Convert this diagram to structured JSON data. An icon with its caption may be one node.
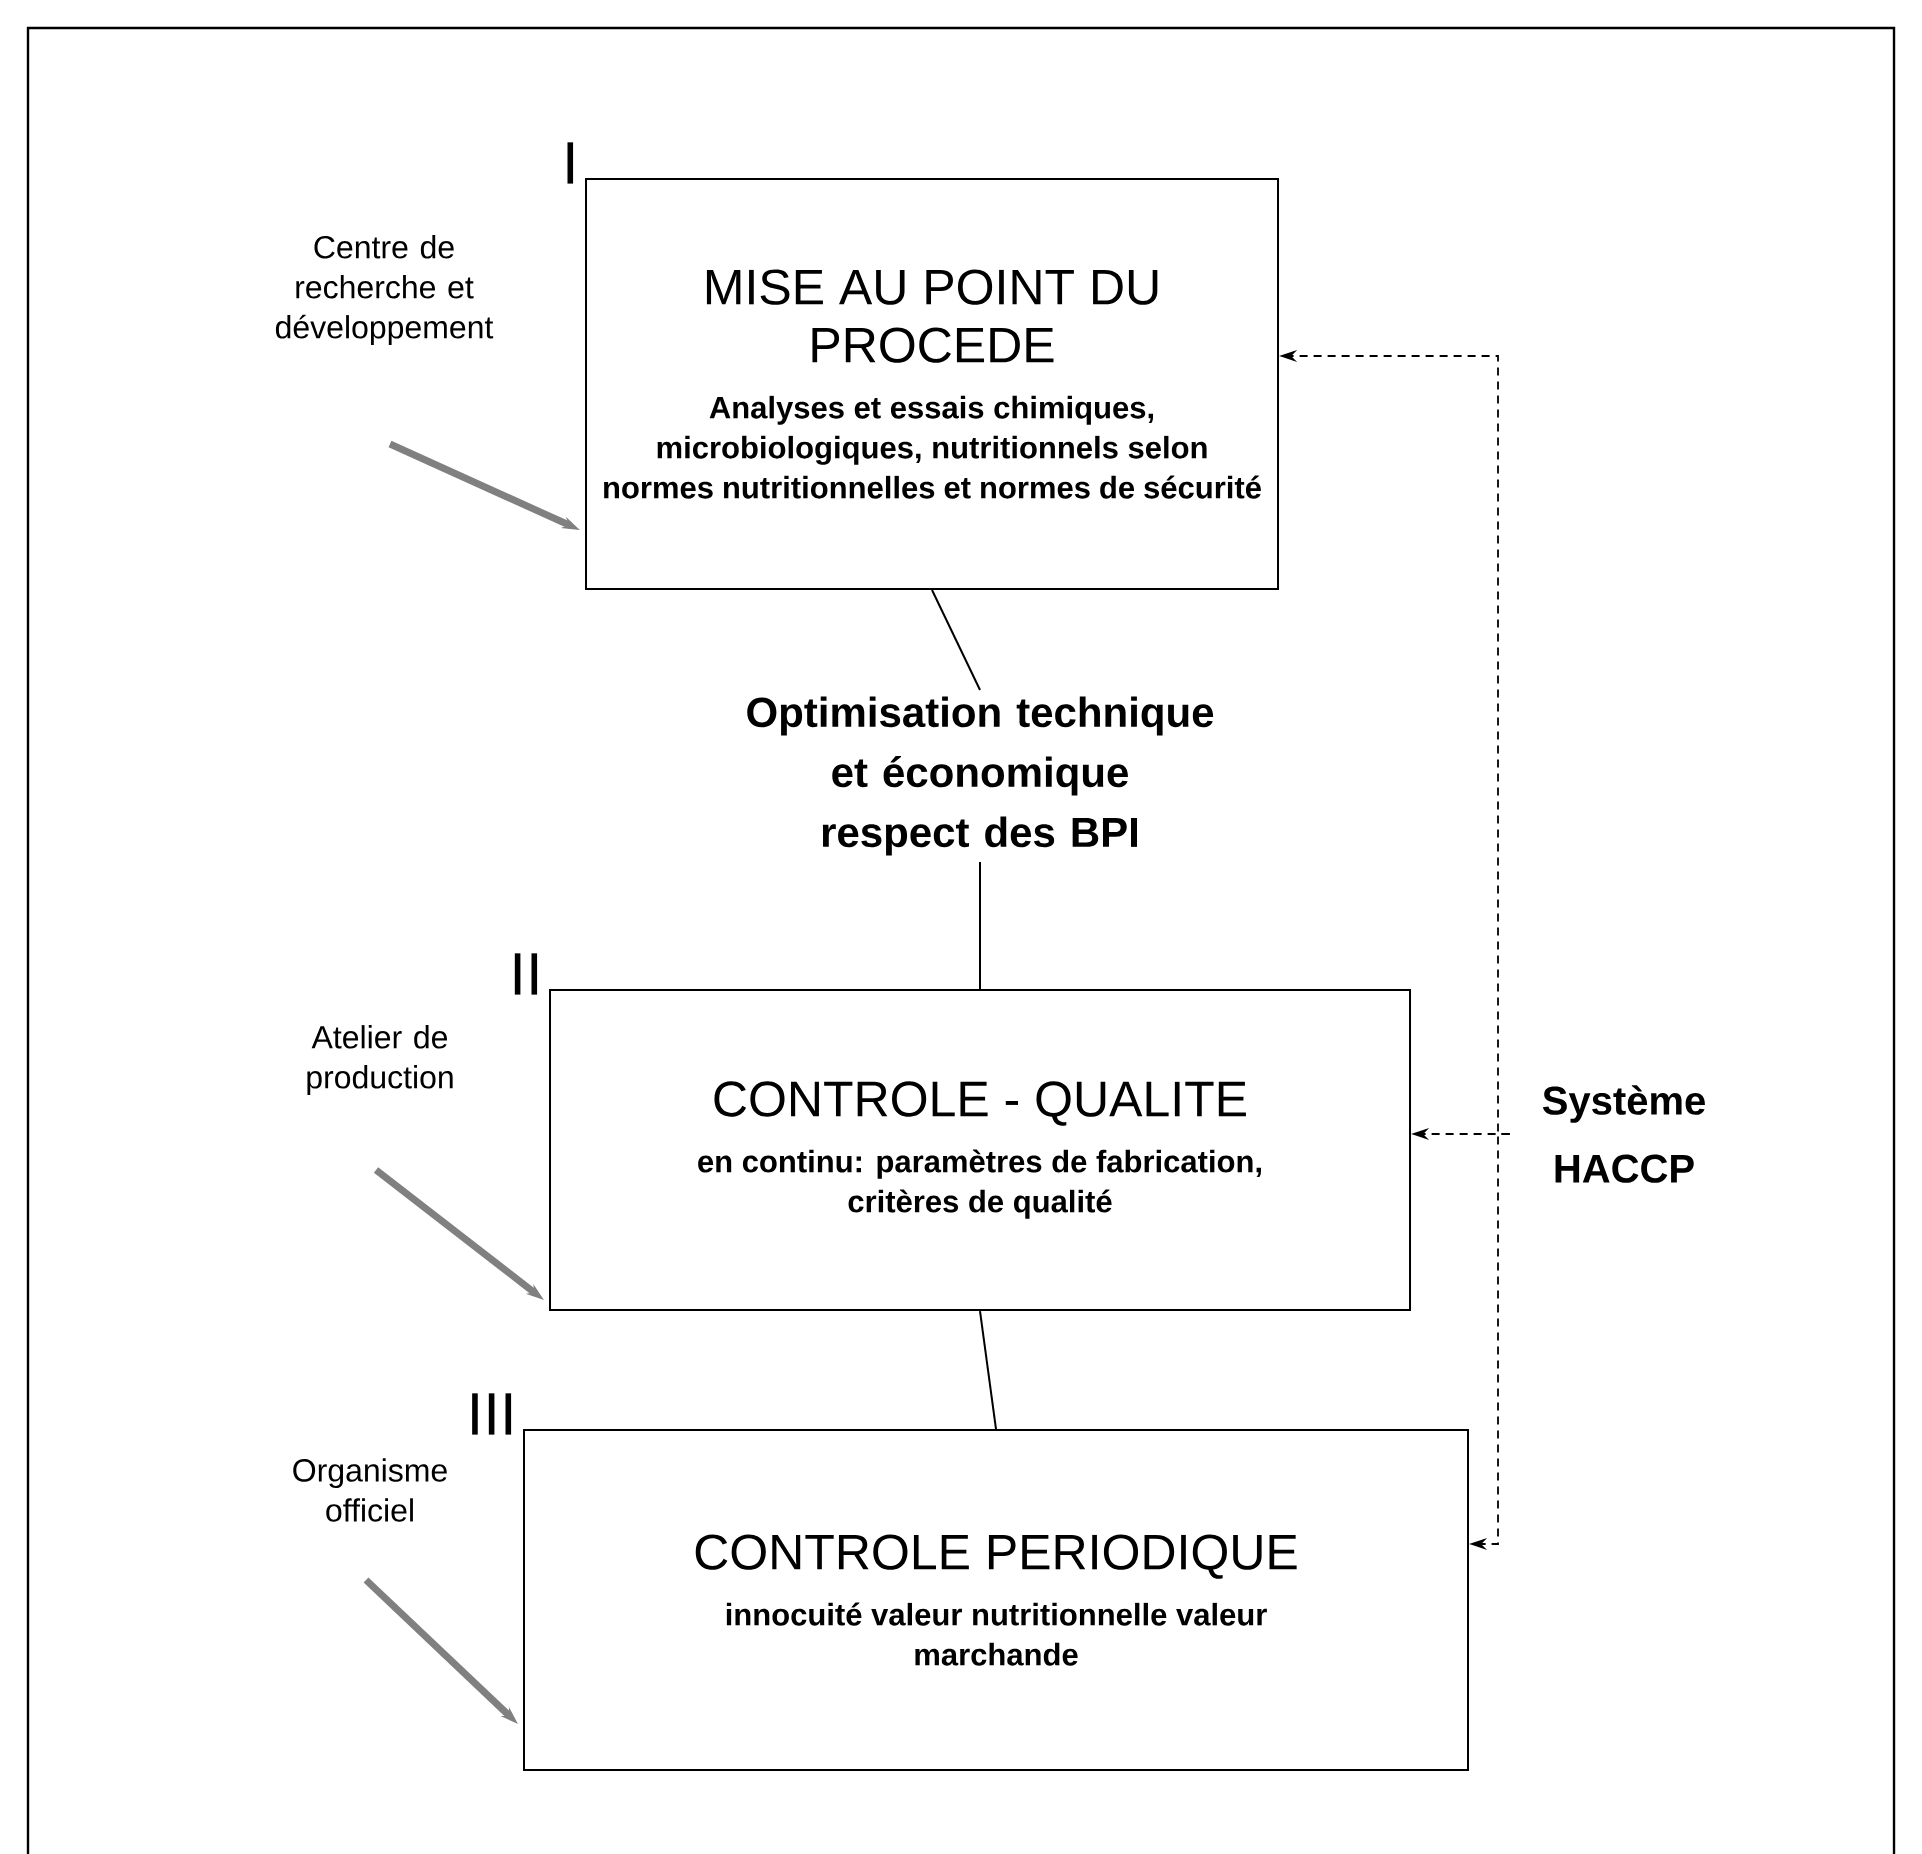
{
  "diagram": {
    "nodes": [
      {
        "text": [
          "MISE AU POINT DU PROCEDE",
          "Analyses et essais chimiques, microbiologiques, nutritionnels selon normes nutritionnelles et normes de sécurité"
        ],
        "beside": [
          "I"
        ]
      },
      {
        "text": [
          "Centre de recherche et développement"
        ]
      },
      {
        "text": [
          "Optimisation technique et économique respect des BPI"
        ]
      },
      {
        "text": [
          "CONTROLE - QUALITE",
          "en continu: paramètres de fabrication, critères de qualité"
        ],
        "beside": [
          "II"
        ]
      },
      {
        "text": [
          "Atelier de production"
        ]
      },
      {
        "text": [
          "CONTROLE PERIODIQUE",
          "innocuité valeur nutritionnelle valeur marchande"
        ],
        "beside": [
          "III"
        ]
      },
      {
        "text": [
          "Organisme officiel"
        ]
      },
      {
        "text": [
          "Système HACCP"
        ]
      }
    ],
    "edges": [
      {
        "from": 1,
        "to": 0,
        "arrow": "to",
        "style": "thick",
        "color": "#808080"
      },
      {
        "from": 0,
        "to": 2,
        "arrow": "none"
      },
      {
        "from": 2,
        "to": 3,
        "arrow": "none"
      },
      {
        "from": 4,
        "to": 3,
        "arrow": "to",
        "style": "thick",
        "color": "#808080"
      },
      {
        "from": 3,
        "to": 5,
        "arrow": "none"
      },
      {
        "from": 6,
        "to": 5,
        "arrow": "to",
        "style": "thick",
        "color": "#808080"
      },
      {
        "from": 7,
        "to": 0,
        "arrow": "to",
        "style": "dashed"
      },
      {
        "from": 7,
        "to": 3,
        "arrow": "to",
        "style": "dashed"
      },
      {
        "from": 7,
        "to": 5,
        "arrow": "to",
        "style": "dashed"
      }
    ]
  }
}
